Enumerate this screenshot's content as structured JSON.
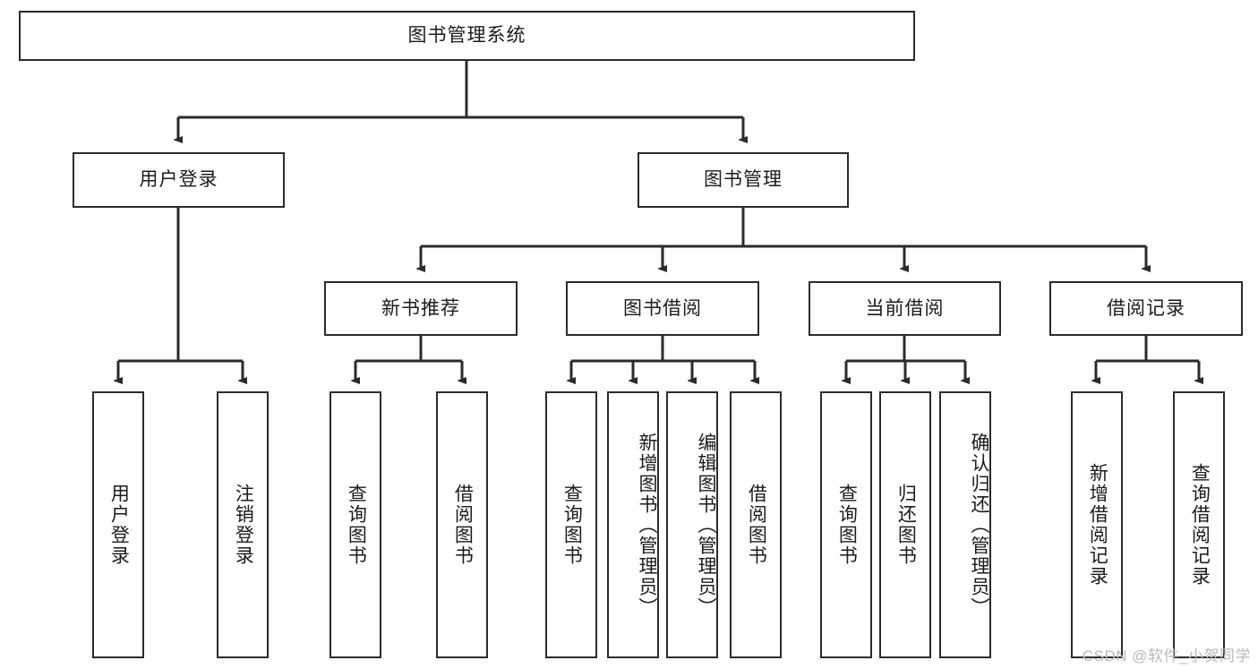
{
  "diagram": {
    "title": "图书管理系统",
    "type": "tree",
    "root": {
      "label": "图书管理系统"
    },
    "level1": [
      {
        "label": "用户登录"
      },
      {
        "label": "图书管理"
      }
    ],
    "level2": [
      {
        "label": "新书推荐"
      },
      {
        "label": "图书借阅"
      },
      {
        "label": "当前借阅"
      },
      {
        "label": "借阅记录"
      }
    ],
    "leaves": {
      "user_login": [
        {
          "label": "用户登录"
        },
        {
          "label": "注销登录"
        }
      ],
      "new_book_recommend": [
        {
          "label": "查询图书"
        },
        {
          "label": "借阅图书"
        }
      ],
      "book_borrow": [
        {
          "label": "查询图书"
        },
        {
          "label": "新增图书（管理员）"
        },
        {
          "label": "编辑图书（管理员）"
        },
        {
          "label": "借阅图书"
        }
      ],
      "current_borrow": [
        {
          "label": "查询图书"
        },
        {
          "label": "归还图书"
        },
        {
          "label": "确认归还（管理员）"
        }
      ],
      "borrow_record": [
        {
          "label": "新增借阅记录"
        },
        {
          "label": "查询借阅记录"
        }
      ]
    }
  },
  "watermark": {
    "text": "CSDN @软件_小贺同学"
  },
  "colors": {
    "stroke": "#2b2b2b",
    "background": "#ffffff",
    "text": "#1b1b1b",
    "watermark": "#b9b9b9"
  }
}
